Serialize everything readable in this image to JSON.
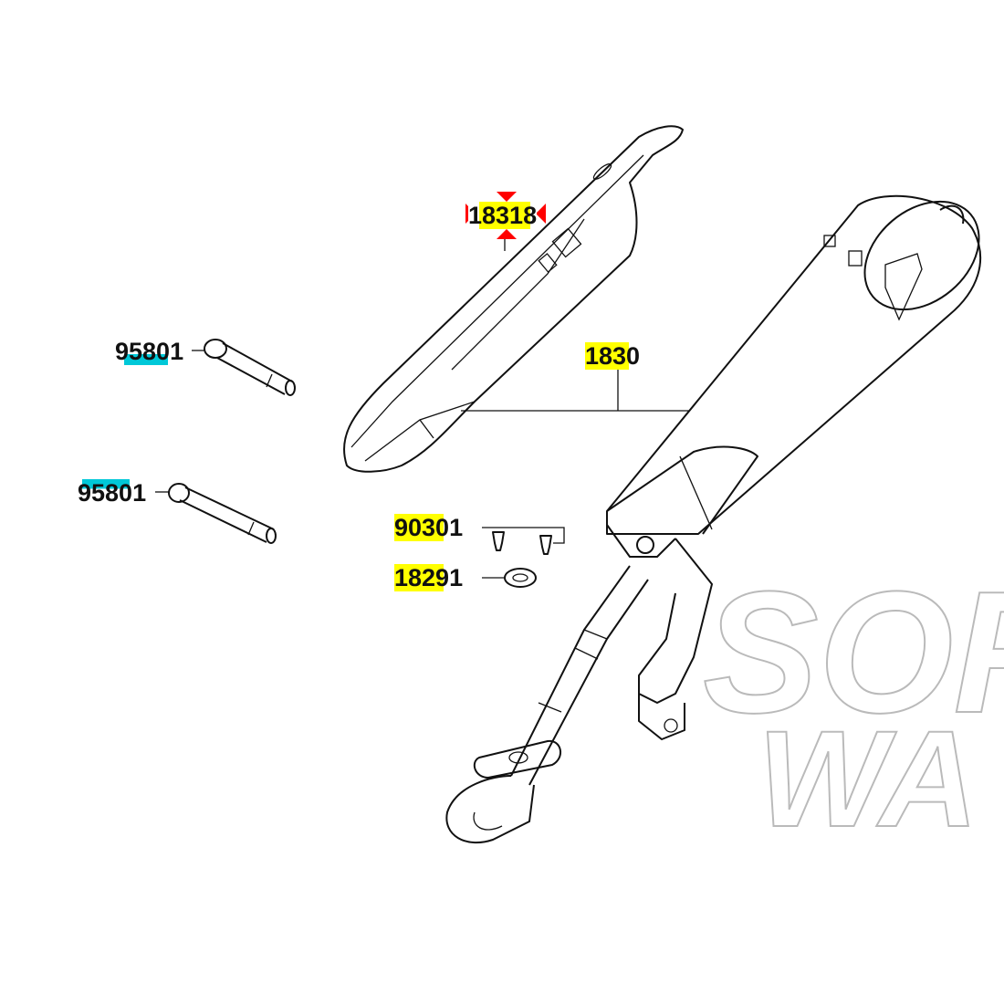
{
  "watermark": {
    "line1": "SOFT",
    "line2": "WA"
  },
  "callouts": [
    {
      "id": "18318",
      "text": "18318",
      "highlight": "#ffff00",
      "marker": "#ff0000"
    },
    {
      "id": "1830",
      "text": "1830",
      "highlight": "#ffff00"
    },
    {
      "id": "95801a",
      "text": "95801",
      "highlight": "#00c8d8"
    },
    {
      "id": "95801b",
      "text": "95801",
      "highlight": "#00c8d8"
    },
    {
      "id": "90301",
      "text": "90301",
      "highlight": "#ffff00"
    },
    {
      "id": "18291",
      "text": "18291",
      "highlight": "#ffff00"
    }
  ]
}
